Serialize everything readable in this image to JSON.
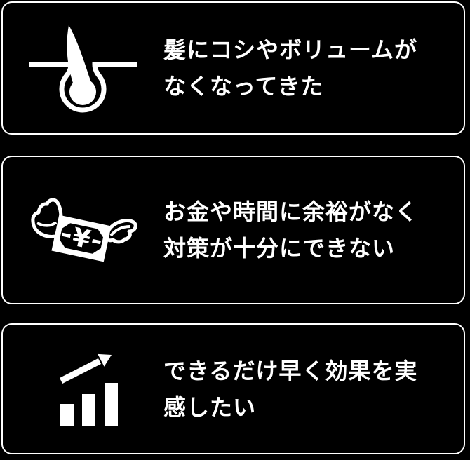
{
  "page": {
    "background_color": "#000000",
    "card_background_color": "#000000",
    "card_border_color": "#ffffff",
    "text_color": "#ffffff"
  },
  "cards": [
    {
      "name": "hair-volume-concern",
      "icon": "hair-follicle-icon",
      "text": "髪にコシやボリュームが\nなくなってきた"
    },
    {
      "name": "money-time-concern",
      "icon": "flying-money-icon",
      "yen_symbol": "¥",
      "text": "お金や時間に余裕がなく\n対策が十分にできない"
    },
    {
      "name": "quick-results-concern",
      "icon": "growth-chart-icon",
      "text": "できるだけ早く効果を実\n感したい"
    }
  ]
}
